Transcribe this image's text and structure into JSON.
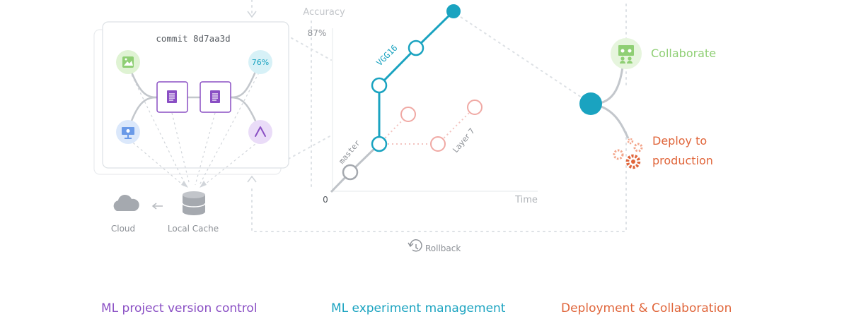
{
  "colors": {
    "purple": "#8a4fc4",
    "teal": "#1aa3c0",
    "orange": "#e0653a",
    "green": "#8fcf74",
    "grey_text": "#a7a9ad",
    "pink": "#f0a9a4"
  },
  "version_control": {
    "commit_label": "commit 8d7aa3d",
    "metric_badge": "76%",
    "cloud_label": "Cloud",
    "cache_label": "Local Cache",
    "icons": [
      "image-icon",
      "document-icon",
      "document-icon",
      "presentation-icon",
      "graph-icon",
      "cloud-icon",
      "database-icon"
    ]
  },
  "experiment": {
    "y_axis_label": "Accuracy",
    "y_top_tick": "87%",
    "origin_label": "0",
    "x_axis_label": "Time",
    "branches": [
      "master",
      "VGG16",
      "Layer 7"
    ],
    "rollback_label": "Rollback"
  },
  "deployment": {
    "collaborate_label": "Collaborate",
    "deploy_line1": "Deploy to",
    "deploy_line2": "production"
  },
  "captions": {
    "version_control": "ML project version control",
    "experiment": "ML experiment management",
    "deployment": "Deployment & Collaboration"
  }
}
